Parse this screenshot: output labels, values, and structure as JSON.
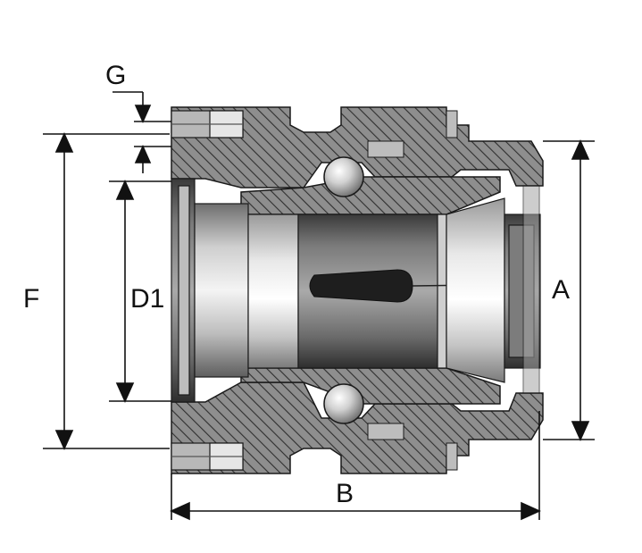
{
  "labels": {
    "g": "G",
    "f": "F",
    "d1": "D1",
    "a": "A",
    "b": "B"
  },
  "colors": {
    "outline": "#1a1a1a",
    "section_fill": "#8e8e8e",
    "hatch": "#2f2f2f",
    "steel_light": "#d9d9d9",
    "steel_dark": "#5a5a5a",
    "dimension_line": "#111111"
  }
}
